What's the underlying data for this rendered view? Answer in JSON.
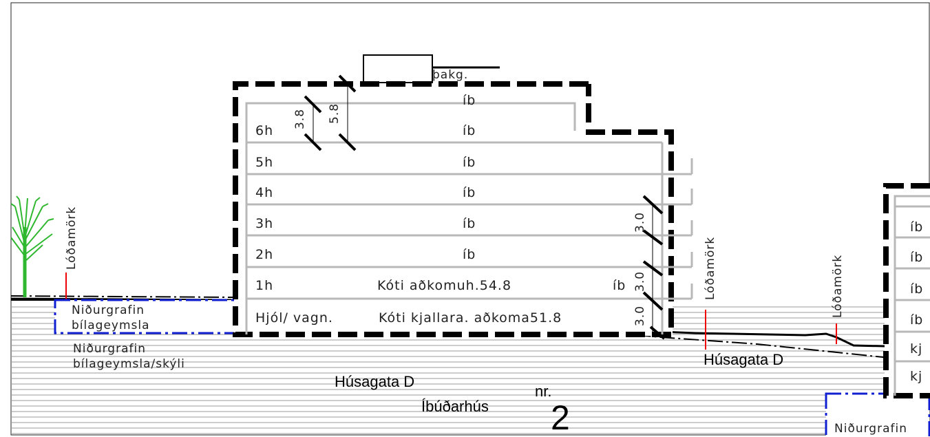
{
  "section": {
    "street_name": "Húsagata D",
    "building_type": "Íbúðarhús",
    "number_label": "nr.",
    "number": "2",
    "street_label_right": "Húsagata D",
    "parking_label_1": "Niðurgrafin",
    "parking_label_2": "bílageymsla",
    "parking_label_3": "Niðurgrafin",
    "parking_label_4": "bílageymsla/skýli",
    "parking_label_right": "Niðurgrafin",
    "lodamork_left": "Lóðamörk",
    "lodamork_mid": "Lóðamörk",
    "lodamork_right": "Lóðamörk"
  },
  "building": {
    "roof_label": "þakg.",
    "floors": [
      {
        "name": "",
        "use": "íb"
      },
      {
        "name": "6h",
        "use": "íb"
      },
      {
        "name": "5h",
        "use": "íb"
      },
      {
        "name": "4h",
        "use": "íb"
      },
      {
        "name": "3h",
        "use": "íb"
      },
      {
        "name": "2h",
        "use": "íb"
      },
      {
        "name": "1h",
        "use": "Kóti aðkomuh.54.8"
      },
      {
        "name": "Hjól/ vagn.",
        "use": "Kóti kjallara. aðkoma51.8"
      }
    ],
    "side_use_1h": "íb",
    "dims": {
      "top_a": "3.8",
      "top_b": "5.8",
      "side_1": "3.0",
      "side_2": "3.0",
      "side_3": "3.0"
    }
  },
  "building_right": {
    "floors": [
      "íb",
      "íb",
      "íb",
      "íb",
      "kj",
      "kj"
    ]
  }
}
